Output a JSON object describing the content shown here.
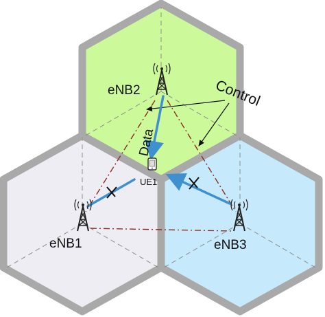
{
  "labels": {
    "enb1": "eNB1",
    "enb2": "eNB2",
    "enb3": "eNB3",
    "ue": "UE1",
    "data": "Data",
    "control": "Control"
  },
  "colors": {
    "cell_enb2": "#ccf99a",
    "cell_enb1": "#efedf4",
    "cell_enb3": "#c6eafb",
    "cell_border": "#a9a9a9",
    "data_link": "#3e90cf",
    "control_link": "#8b2c20",
    "sector_line": "#8c8c8c"
  },
  "icons": {
    "base_station": "cell-tower-icon",
    "user_equipment": "mobile-phone-icon",
    "blocked_link": "cross-mark-icon"
  }
}
